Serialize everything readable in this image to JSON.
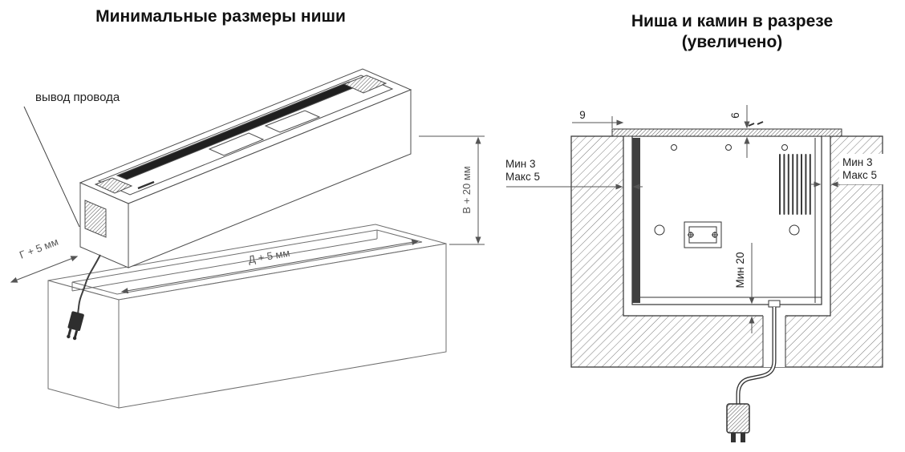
{
  "left_panel": {
    "title": "Минимальные размеры ниши",
    "labels": {
      "wire_outlet": "вывод провода",
      "depth_dim": "Г + 5 мм",
      "length_dim": "Д + 5 мм",
      "height_dim": "В + 20 мм"
    }
  },
  "right_panel": {
    "title": "Ниша и камин в разрезе",
    "subtitle": "(увеличено)",
    "labels": {
      "flange_overhang_dim": "9",
      "flange_thickness_dim": "6",
      "left_gap_min": "Мин 3",
      "left_gap_max": "Макс 5",
      "right_gap_min": "Мин 3",
      "right_gap_max": "Макс 5",
      "bottom_clearance_dim": "Мин 20"
    }
  },
  "colors": {
    "unit_line": "#4d4d4d",
    "niche_line": "#6e6e6e",
    "section_line": "#333333",
    "dimension": "#555555",
    "burner_slot": "#1f1f1f"
  }
}
